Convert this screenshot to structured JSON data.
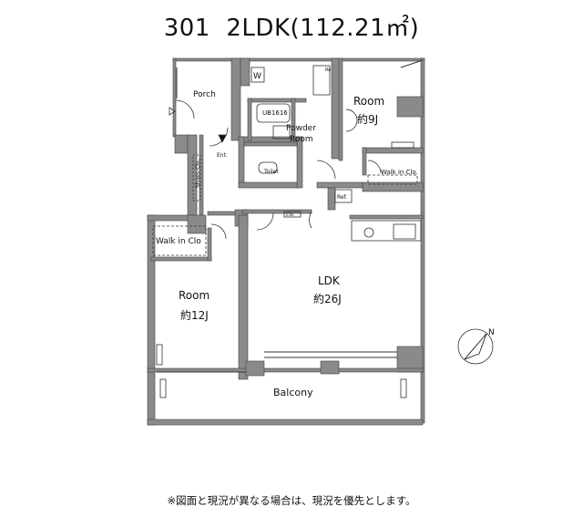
{
  "title": {
    "unit": "301",
    "layout": "2LDK",
    "area": "(112.21㎡)"
  },
  "rooms": {
    "porch": "Porch",
    "entrance": "Ent.",
    "shoes_closet": "Shoes Clo.",
    "washer": "W",
    "refrigerator_small": "Re",
    "bath": "UB1616",
    "powder_room": "Powder\nRoom",
    "toilet": "Toilet",
    "room1_name": "Room",
    "room1_size": "約9J",
    "walk_in_closet_1": "Walk in Clo.",
    "refrigerator": "Ref.",
    "storage": "Clo.",
    "walk_in_closet_2": "Walk in Clo",
    "room2_name": "Room",
    "room2_size": "約12J",
    "ldk_name": "LDK",
    "ldk_size": "約26J",
    "balcony": "Balcony",
    "compass": "N"
  },
  "footnote": "※図面と現況が異なる場合は、現況を優先とします。"
}
